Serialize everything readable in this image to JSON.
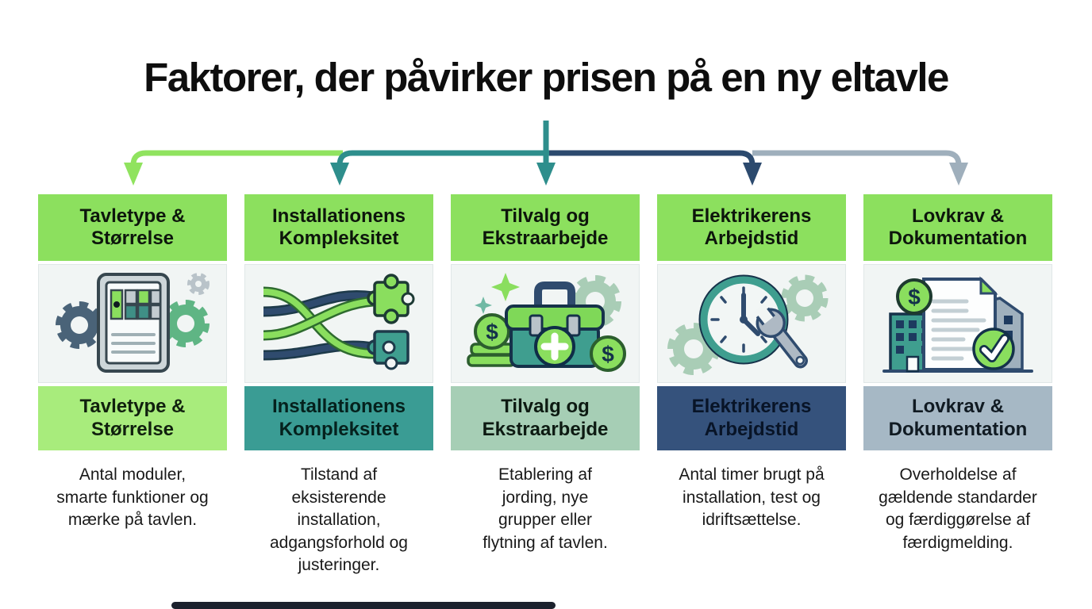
{
  "title": "Faktorer, der påvirker prisen på en ny eltavle",
  "palette": {
    "header_green": "#8ce05e",
    "connector_green": "#90e35f",
    "connector_teal": "#2e8e8c",
    "connector_navy": "#2c4a6e",
    "connector_gray": "#9fafbc",
    "label_backgrounds": [
      "#a8ec7c",
      "#3a9c94",
      "#a6ceb5",
      "#35527c",
      "#a6b8c5"
    ],
    "icon_area_background": "#f1f5f4"
  },
  "icon_glyphs": {
    "dollar": "$"
  },
  "columns": [
    {
      "header": "Tavletype & Størrelse",
      "label": "Tavletype & Størrelse",
      "description": "Antal moduler, smarte funktioner og mærke på tavlen.",
      "icon": "panel-gears-icon",
      "arrow_color": "#90e35f"
    },
    {
      "header": "Installationens Kompleksitet",
      "label": "Installationens Kompleksitet",
      "description": "Tilstand af eksisterende installation, adgangsforhold og justeringer.",
      "icon": "wires-puzzle-icon",
      "arrow_color": "#2e8e8c"
    },
    {
      "header": "Tilvalg og Ekstraarbejde",
      "label": "Tilvalg og Ekstraarbejde",
      "description": "Etablering af jording, nye grupper eller flytning af tavlen.",
      "icon": "toolbox-icon",
      "arrow_color": "#2e8e8c"
    },
    {
      "header": "Elektrikerens Arbejdstid",
      "label": "Elektrikerens Arbejdstid",
      "description": "Antal timer brugt på installation, test og idriftsættelse.",
      "icon": "clock-wrench-icon",
      "arrow_color": "#2c4a6e"
    },
    {
      "header": "Lovkrav & Dokumentation",
      "label": "Lovkrav & Dokumentation",
      "description": "Overholdelse af gældende standarder og færdiggørelse af færdigmelding.",
      "icon": "document-check-icon",
      "arrow_color": "#9fafbc"
    }
  ]
}
